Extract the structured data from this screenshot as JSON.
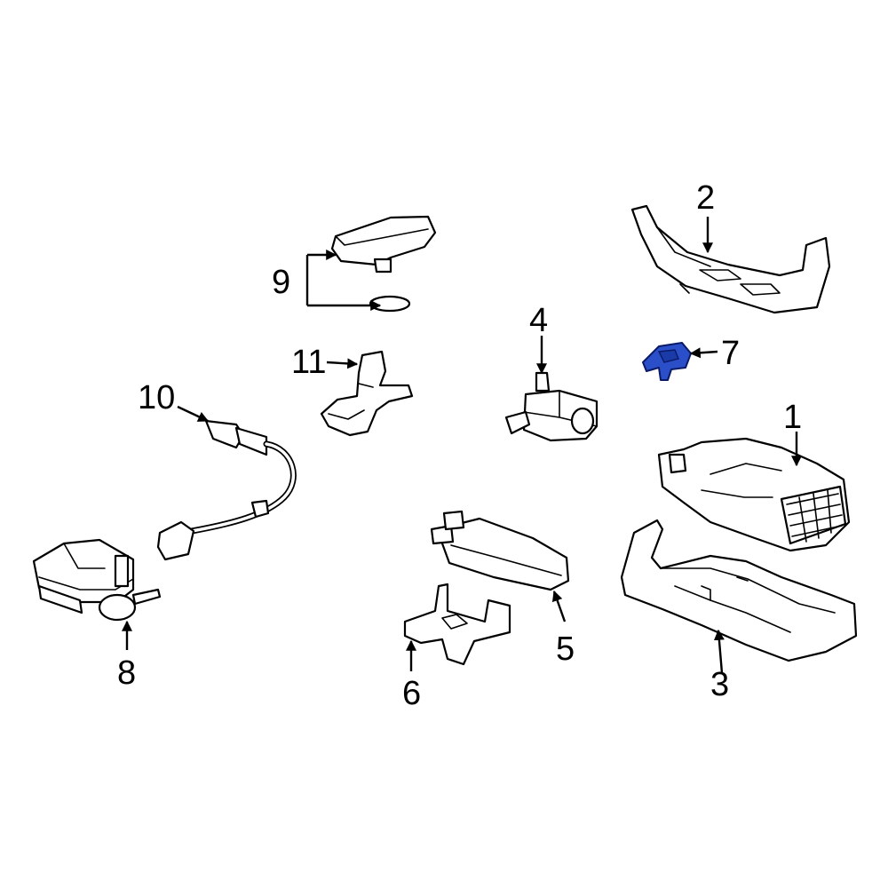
{
  "callouts": [
    {
      "label": "1"
    },
    {
      "label": "2"
    },
    {
      "label": "3"
    },
    {
      "label": "4"
    },
    {
      "label": "5"
    },
    {
      "label": "6"
    },
    {
      "label": "7"
    },
    {
      "label": "8"
    },
    {
      "label": "9"
    },
    {
      "label": "10"
    },
    {
      "label": "11"
    }
  ],
  "colors": {
    "highlight": "#2b4fc9",
    "line": "#000000",
    "background": "#ffffff"
  }
}
